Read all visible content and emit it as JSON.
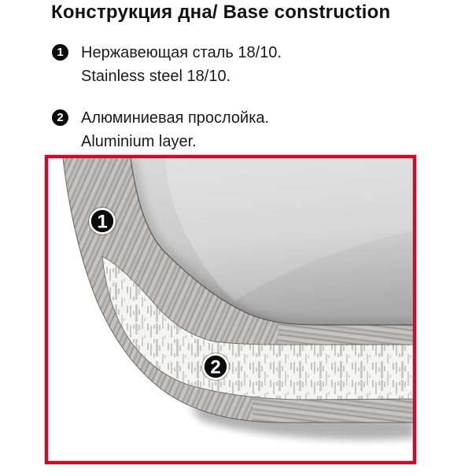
{
  "title": "Конструкция дна/ Base construction",
  "legend": {
    "items": [
      {
        "number": "1",
        "label_ru": "Нержавеющая сталь 18/10.",
        "label_en": "Stainless steel 18/10."
      },
      {
        "number": "2",
        "label_ru": "Алюминиевая прослойка.",
        "label_en": "Aluminium layer."
      }
    ]
  },
  "diagram": {
    "border_color": "#C50D2E",
    "markers": [
      {
        "number": "1"
      },
      {
        "number": "2"
      }
    ]
  }
}
